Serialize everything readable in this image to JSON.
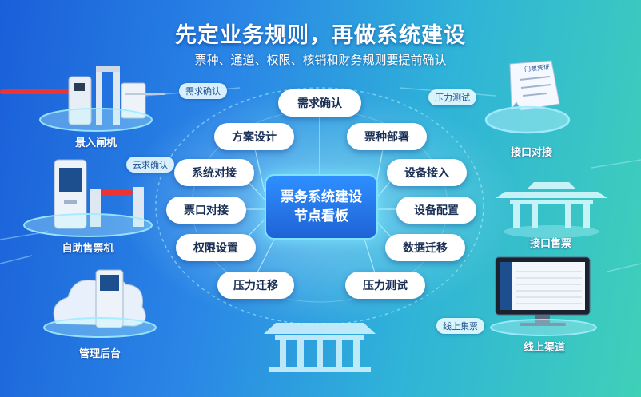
{
  "title": "先定业务规则，再做系统建设",
  "subtitle": "票种、通道、权限、核销和财务规则要提前确认",
  "center": {
    "line1": "票务系统建设",
    "line2": "节点看板"
  },
  "nodes_left": [
    "方案设计",
    "系统对接",
    "票口对接",
    "权限设置",
    "压力迁移"
  ],
  "nodes_right": [
    "票种部署",
    "设备接入",
    "设备配置",
    "数据迁移",
    "压力测试"
  ],
  "node_top": "需求确认",
  "tags": {
    "top_left": "需求确认",
    "mid_left": "云求确认",
    "top_right": "压力测试",
    "bottom_right": "线上集票"
  },
  "devices": {
    "gate": "景入闸机",
    "kiosk": "自助售票机",
    "cloud": "管理后台",
    "receipt": "接口对接",
    "archway": "接口售票",
    "monitor": "线上渠道"
  },
  "receipt_header": "门票凭证",
  "colors": {
    "accent": "#7fe3ff",
    "pill": "#ffffff",
    "center": "#1e63d6"
  }
}
